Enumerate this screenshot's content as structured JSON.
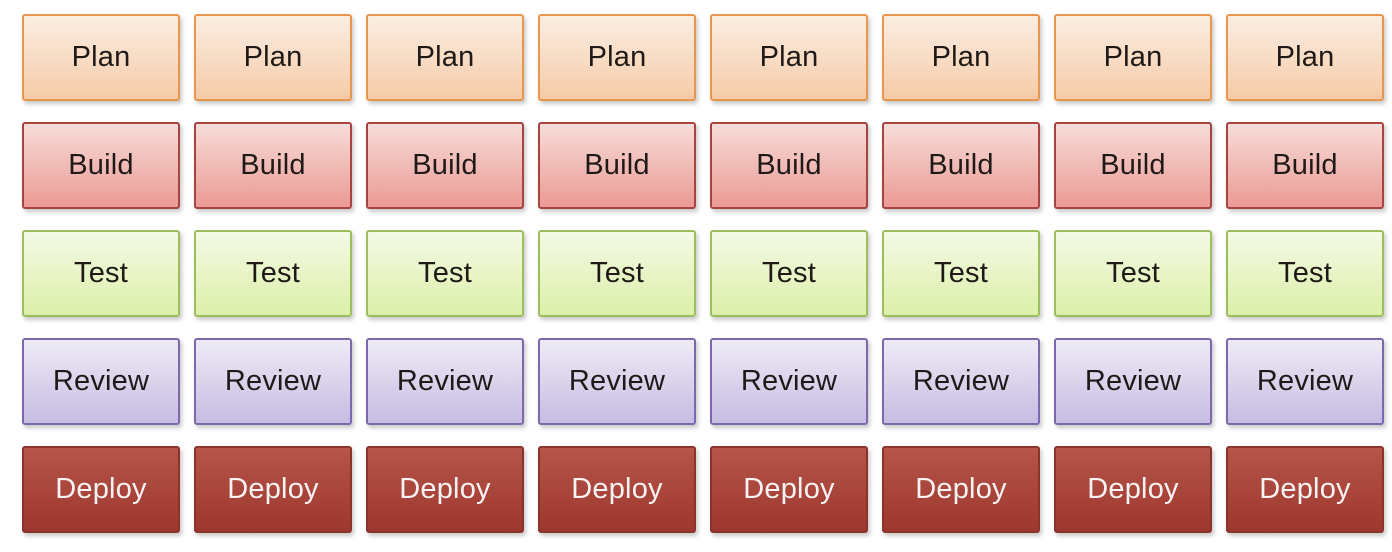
{
  "canvas": {
    "background": "#ffffff"
  },
  "grid": {
    "columns": 8,
    "stages": [
      {
        "label": "Plan",
        "border_color": "#E8954E",
        "fill_top": "#FBEEE2",
        "fill_bottom": "#F5CBA8",
        "text_color": "#1F1A17"
      },
      {
        "label": "Build",
        "border_color": "#A8433F",
        "fill_top": "#F7DCD9",
        "fill_bottom": "#EB9A94",
        "text_color": "#1F1A17"
      },
      {
        "label": "Test",
        "border_color": "#9DBE5C",
        "fill_top": "#F5FAE5",
        "fill_bottom": "#DBEFA9",
        "text_color": "#1F1A17"
      },
      {
        "label": "Review",
        "border_color": "#7C69AC",
        "fill_top": "#EEEBF6",
        "fill_bottom": "#C7BCE2",
        "text_color": "#1F1A17"
      },
      {
        "label": "Deploy",
        "border_color": "#8C342C",
        "fill_top": "#B6554A",
        "fill_bottom": "#9E372E",
        "text_color": "#F7F3F2"
      }
    ]
  }
}
